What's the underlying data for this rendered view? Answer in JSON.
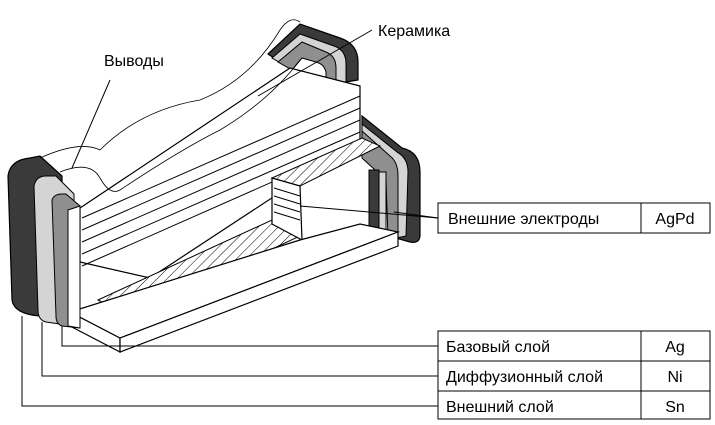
{
  "labels": {
    "terminals": "Выводы",
    "ceramic": "Керамика"
  },
  "legend": {
    "electrodes": {
      "name": "Внешние электроды",
      "material": "AgPd"
    },
    "layers": [
      {
        "name": "Базовый слой",
        "material": "Ag"
      },
      {
        "name": "Диффузионный слой",
        "material": "Ni"
      },
      {
        "name": "Внешний слой",
        "material": "Sn"
      }
    ]
  },
  "colors": {
    "line": "#000000",
    "outer_layer": "#3a3a3a",
    "diffusion_layer": "#d4d4d4",
    "base_layer": "#8f8f8f",
    "body": "#ffffff"
  }
}
